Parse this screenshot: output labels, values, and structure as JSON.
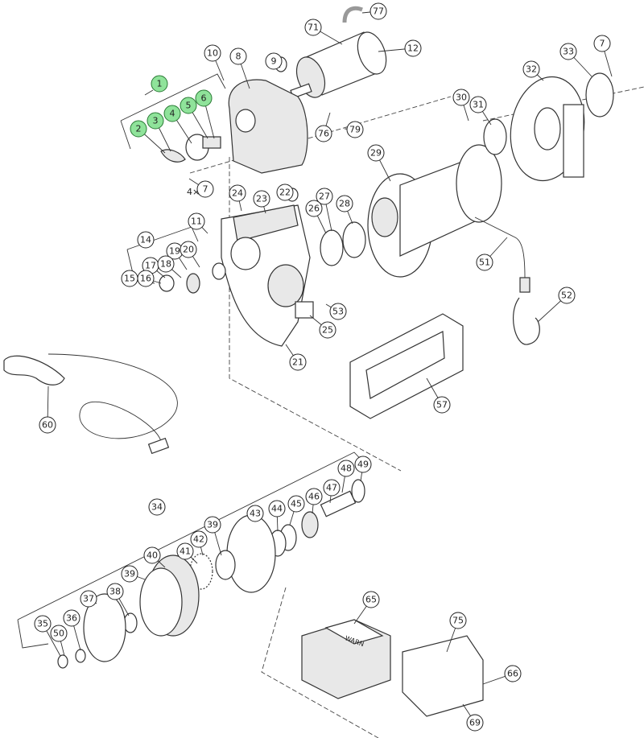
{
  "diagram": {
    "title": "Winch exploded parts view",
    "callouts": [
      {
        "label": "1",
        "highlight": true
      },
      {
        "label": "2",
        "highlight": true
      },
      {
        "label": "3",
        "highlight": true
      },
      {
        "label": "4",
        "highlight": true
      },
      {
        "label": "5",
        "highlight": true
      },
      {
        "label": "6",
        "highlight": true
      },
      {
        "label": "7"
      },
      {
        "label": "8"
      },
      {
        "label": "9"
      },
      {
        "label": "10"
      },
      {
        "label": "71"
      },
      {
        "label": "77"
      },
      {
        "label": "12"
      },
      {
        "label": "76"
      },
      {
        "label": "79"
      },
      {
        "label": "30"
      },
      {
        "label": "31"
      },
      {
        "label": "32"
      },
      {
        "label": "33"
      },
      {
        "label": "7"
      },
      {
        "label": "29"
      },
      {
        "label": "22"
      },
      {
        "label": "23"
      },
      {
        "label": "24"
      },
      {
        "label": "27"
      },
      {
        "label": "26"
      },
      {
        "label": "28"
      },
      {
        "label": "11"
      },
      {
        "label": "14"
      },
      {
        "label": "19"
      },
      {
        "label": "20"
      },
      {
        "label": "17"
      },
      {
        "label": "18"
      },
      {
        "label": "15"
      },
      {
        "label": "16"
      },
      {
        "label": "53"
      },
      {
        "label": "25"
      },
      {
        "label": "21"
      },
      {
        "label": "51"
      },
      {
        "label": "52"
      },
      {
        "label": "57"
      },
      {
        "label": "60"
      },
      {
        "label": "34"
      },
      {
        "label": "49"
      },
      {
        "label": "48"
      },
      {
        "label": "47"
      },
      {
        "label": "46"
      },
      {
        "label": "45"
      },
      {
        "label": "44"
      },
      {
        "label": "43"
      },
      {
        "label": "39"
      },
      {
        "label": "42"
      },
      {
        "label": "41"
      },
      {
        "label": "40"
      },
      {
        "label": "39"
      },
      {
        "label": "38"
      },
      {
        "label": "37"
      },
      {
        "label": "35"
      },
      {
        "label": "36"
      },
      {
        "label": "50"
      },
      {
        "label": "65"
      },
      {
        "label": "75"
      },
      {
        "label": "66"
      },
      {
        "label": "69"
      }
    ],
    "quantity_note": "4×",
    "brand_label": "WARN",
    "colors": {
      "highlight": "#8fe39a",
      "line": "#333333"
    }
  }
}
